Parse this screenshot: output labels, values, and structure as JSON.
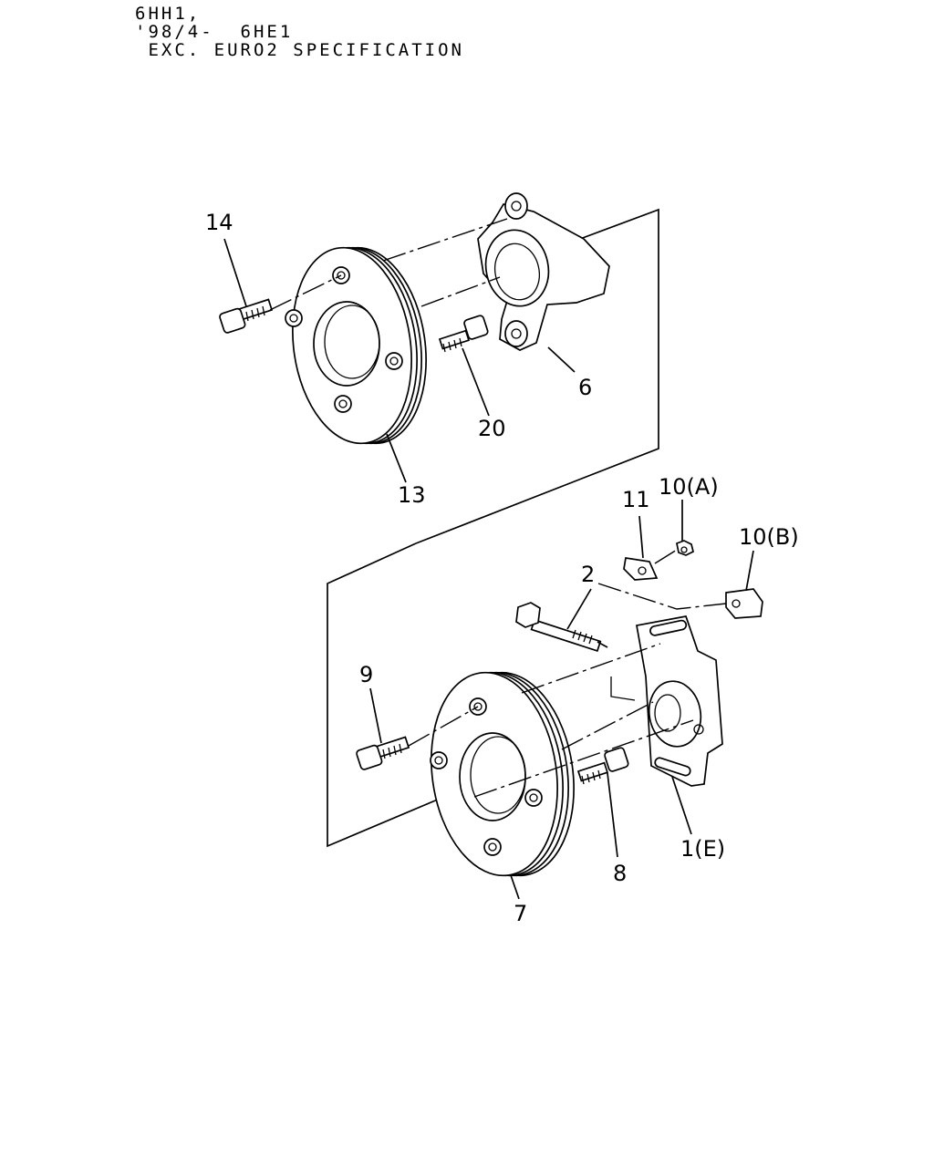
{
  "header": {
    "line1": "6HH1,",
    "line2": "'98/4-  6HE1",
    "line3": " EXC. EURO2 SPECIFICATION"
  },
  "callouts": {
    "p14": "14",
    "p6": "6",
    "p20": "20",
    "p13": "13",
    "p11": "11",
    "p10a": "10(A)",
    "p10b": "10(B)",
    "p2": "2",
    "p9": "9",
    "p1e": "1(E)",
    "p8": "8",
    "p7": "7"
  }
}
